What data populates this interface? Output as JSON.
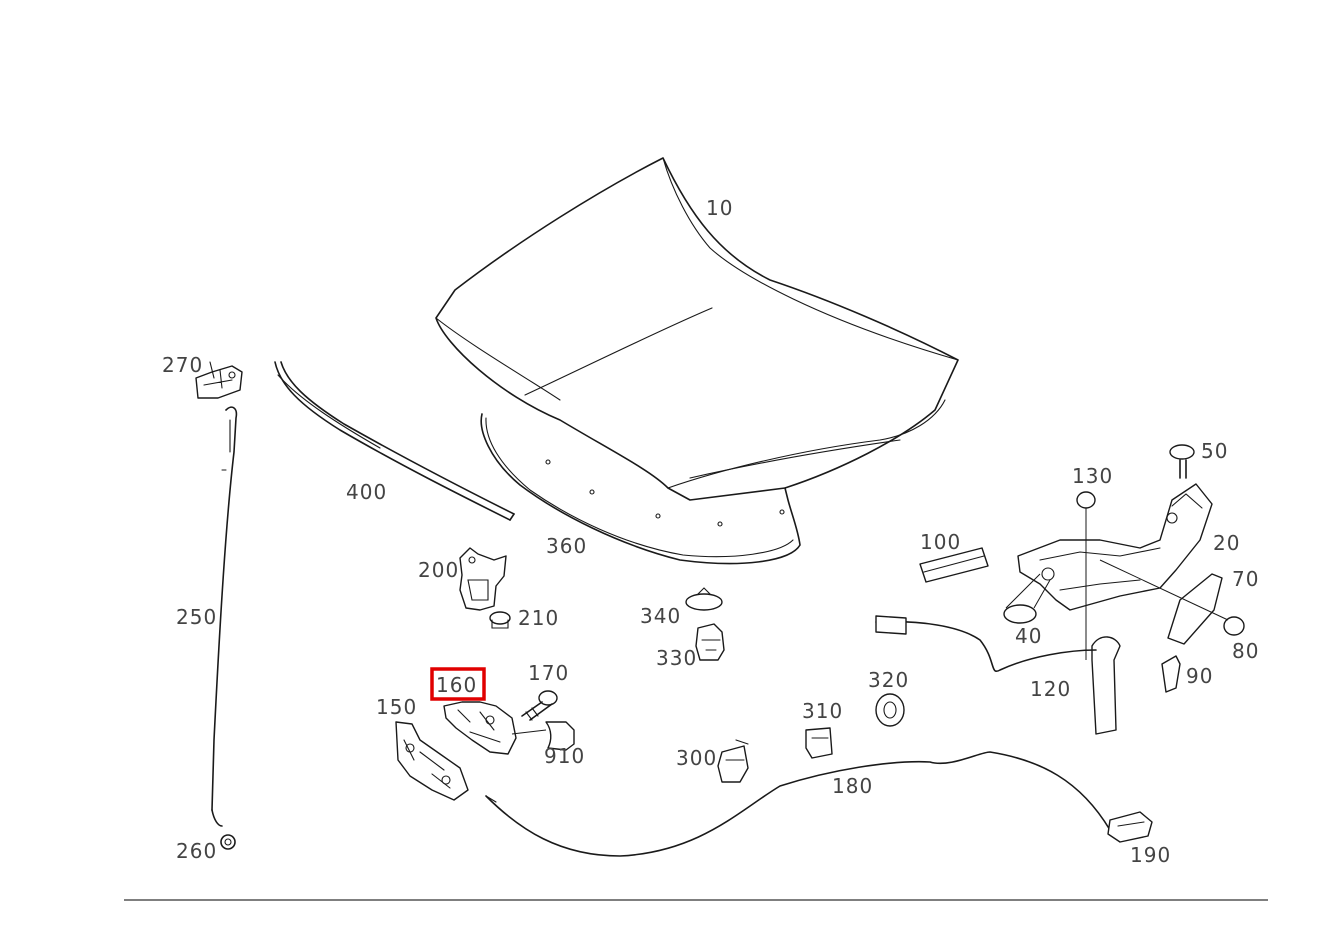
{
  "diagram": {
    "highlight_color": "#e00000",
    "highlighted_part": "160",
    "callouts": {
      "p10": "10",
      "p20": "20",
      "p40": "40",
      "p50": "50",
      "p70": "70",
      "p80": "80",
      "p90": "90",
      "p100": "100",
      "p120": "120",
      "p130": "130",
      "p150": "150",
      "p160": "160",
      "p170": "170",
      "p180": "180",
      "p190": "190",
      "p200": "200",
      "p210": "210",
      "p250": "250",
      "p260": "260",
      "p270": "270",
      "p300": "300",
      "p310": "310",
      "p320": "320",
      "p330": "330",
      "p340": "340",
      "p360": "360",
      "p400": "400",
      "p910": "910"
    }
  }
}
